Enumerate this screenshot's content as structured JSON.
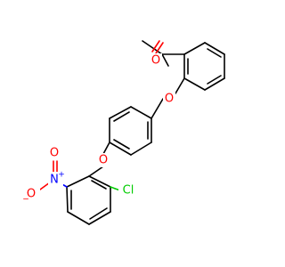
{
  "colors": {
    "bond": "#000000",
    "oxygen": "#ff0000",
    "nitrogen": "#0000ff",
    "chlorine": "#00cc00",
    "background": "#ffffff"
  },
  "atoms": {
    "carbonyl_oxygen": {
      "symbol": "O",
      "element": "oxygen"
    },
    "ether_oxygen_top": {
      "symbol": "O",
      "element": "oxygen"
    },
    "ether_oxygen_middle": {
      "symbol": "O",
      "element": "oxygen"
    },
    "nitro_nitrogen": {
      "symbol": "N",
      "charge": "+",
      "element": "nitrogen"
    },
    "nitro_oxygen_double": {
      "symbol": "O",
      "element": "oxygen"
    },
    "nitro_oxygen_single": {
      "symbol": "O",
      "charge": "−",
      "element": "oxygen"
    },
    "chlorine": {
      "symbol": "Cl",
      "element": "chlorine"
    }
  }
}
